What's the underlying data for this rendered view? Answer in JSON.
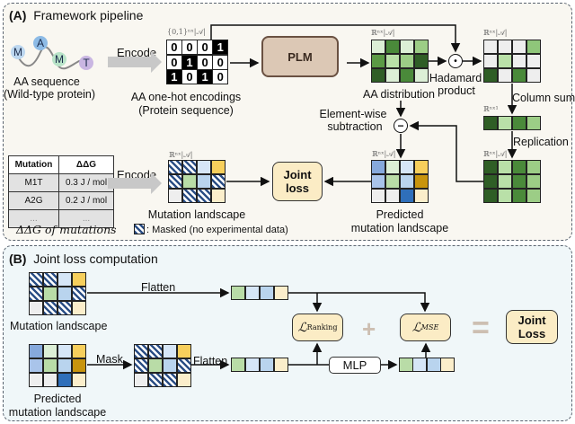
{
  "panel_a": {
    "title_letter": "(A)",
    "title": "Framework pipeline",
    "aa_sequence": {
      "residues": [
        "M",
        "A",
        "M",
        "T"
      ],
      "residue_colors": [
        "#bcd7f0",
        "#8dbbe6",
        "#b8e3c8",
        "#c9b6e2"
      ],
      "label_line1": "AA sequence",
      "label_line2": "(Wild-type protein)"
    },
    "encode_label_top": "Encode",
    "onehot": {
      "superscript": "{0,1}ⁿˣ|𝒜|",
      "rows": [
        [
          "0",
          "0",
          "0",
          "1"
        ],
        [
          "0",
          "1",
          "0",
          "0"
        ],
        [
          "1",
          "0",
          "1",
          "0"
        ]
      ],
      "label_line1": "AA one-hot encodings",
      "label_line2": "(Protein sequence)"
    },
    "plm_label": "PLM",
    "aa_distribution": {
      "superscript": "ℝⁿˣ|𝒜|",
      "label": "AA distribution",
      "colors": [
        [
          "#dcefd6",
          "#4a8a3a",
          "#dcefd6",
          "#9ccd86"
        ],
        [
          "#5b9a45",
          "#b9e0a8",
          "#9ccd86",
          "#2f5e26"
        ],
        [
          "#2f5e26",
          "#dcefd6",
          "#4a8a3a",
          "#dcefd6"
        ]
      ]
    },
    "hadamard": {
      "symbol": "⊙",
      "label_line1": "Hadamard",
      "label_line2": "product"
    },
    "hadamard_result": {
      "superscript": "ℝⁿˣ|𝒜|",
      "colors": [
        [
          "#eeeeee",
          "#eeeeee",
          "#eeeeee",
          "#8fc67a"
        ],
        [
          "#eeeeee",
          "#b9e0a8",
          "#eeeeee",
          "#eeeeee"
        ],
        [
          "#2f5e26",
          "#eeeeee",
          "#4a8a3a",
          "#eeeeee"
        ]
      ]
    },
    "column_sum_label": "Column sum",
    "column_sum": {
      "superscript": "ℝⁿˣ¹",
      "colors": [
        "#2f5e26",
        "#b9e0a8",
        "#4a8a3a",
        "#9ccd86"
      ]
    },
    "replication_label": "Replication",
    "replicated": {
      "superscript": "ℝⁿˣ|𝒜|",
      "colors": [
        [
          "#2f5e26",
          "#b9e0a8",
          "#4a8a3a",
          "#9ccd86"
        ],
        [
          "#2f5e26",
          "#b9e0a8",
          "#4a8a3a",
          "#9ccd86"
        ],
        [
          "#2f5e26",
          "#b9e0a8",
          "#4a8a3a",
          "#9ccd86"
        ]
      ]
    },
    "subtraction": {
      "symbol": "−",
      "label_line1": "Element-wise",
      "label_line2": "subtraction"
    },
    "predicted": {
      "superscript": "ℝⁿˣ|𝒜|",
      "label_line1": "Predicted",
      "label_line2": "mutation landscape",
      "colors": [
        [
          "#86a9dc",
          "#dcefd6",
          "#d6e6f7",
          "#f7cf5c"
        ],
        [
          "#a9c4ea",
          "#b9dca7",
          "#b9d4ee",
          "#c8940d"
        ],
        [
          "#eeeeee",
          "#eeeeee",
          "#2f6fba",
          "#fbeecb"
        ]
      ]
    },
    "joint_loss_label": "Joint loss",
    "mutation_table": {
      "headers": [
        "Mutation",
        "ΔΔG"
      ],
      "rows": [
        [
          "M1T",
          "0.3 J / mol"
        ],
        [
          "A2G",
          "0.2 J / mol"
        ],
        [
          "...",
          "..."
        ]
      ],
      "caption": "ΔΔG of mutations"
    },
    "encode_label_bottom": "Encode",
    "mutation_landscape": {
      "superscript": "ℝⁿˣ|𝒜|",
      "label": "Mutation landscape",
      "cells": [
        [
          "masked",
          "masked",
          "#d6e6f7",
          "#f7cf5c"
        ],
        [
          "masked",
          "#b9dca7",
          "#b9d4ee",
          "masked"
        ],
        [
          "#eeeeee",
          "masked",
          "masked",
          "#fbeecb"
        ]
      ]
    },
    "legend_masked": ": Masked (no experimental data)"
  },
  "panel_b": {
    "title_letter": "(B)",
    "title": "Joint loss computation",
    "mutation_landscape_label": "Mutation landscape",
    "predicted_label_line1": "Predicted",
    "predicted_label_line2": "mutation landscape",
    "flatten_label_top": "Flatten",
    "mask_label": "Mask",
    "flatten_label_bottom": "Flatten",
    "flat_vector_colors": [
      "#b9dca7",
      "#d6e6f7",
      "#b9d4ee",
      "#fbeecb"
    ],
    "mlp_label": "MLP",
    "loss_ranking": {
      "symbol": "ℒ",
      "subscript": "Ranking"
    },
    "loss_mse": {
      "symbol": "ℒ",
      "subscript": "MSE"
    },
    "plus": "+",
    "equals": "=",
    "joint_loss_line1": "Joint",
    "joint_loss_line2": "Loss"
  },
  "colors": {
    "panel_a_bg": "#f9f7f1",
    "panel_b_bg": "#f0f7f9",
    "plm_fill": "#dcc8b5",
    "loss_fill": "#fbecc5",
    "mask_stripe": "#2c4f86",
    "operator_gray": "#cdbfb2"
  }
}
